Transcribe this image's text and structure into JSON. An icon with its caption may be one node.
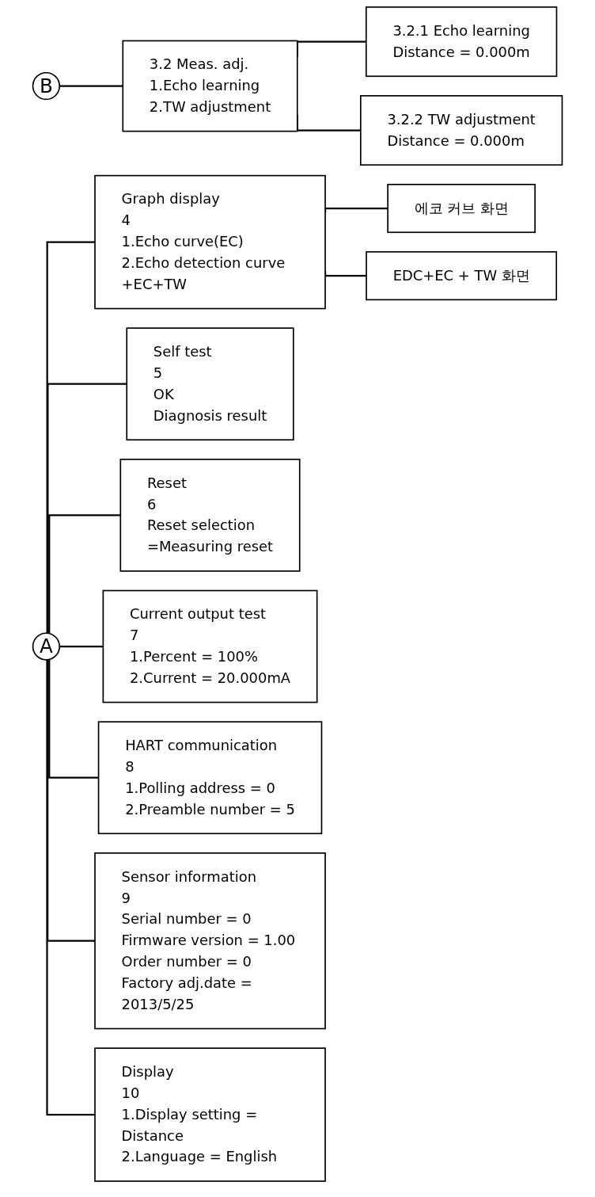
{
  "diagram": {
    "nodes": [
      {
        "text": [
          "A"
        ]
      },
      {
        "text": [
          "B"
        ]
      },
      {
        "text": [
          "3.2 Meas. adj.",
          "1.Echo learning",
          "2.TW adjustment"
        ]
      },
      {
        "text": [
          "3.2.1 Echo learning",
          "Distance = 0.000m"
        ]
      },
      {
        "text": [
          "3.2.2 TW adjustment",
          "Distance = 0.000m"
        ]
      },
      {
        "text": [
          "Graph display",
          "4",
          "1.Echo curve(EC)",
          "2.Echo detection curve +EC+TW"
        ]
      },
      {
        "text": [
          "에코 커브 화면"
        ]
      },
      {
        "text": [
          "EDC+EC + TW 화면"
        ]
      },
      {
        "text": [
          "Self test",
          "5",
          "OK",
          "Diagnosis result"
        ]
      },
      {
        "text": [
          "Reset",
          "6",
          "Reset selection",
          "=Measuring reset"
        ]
      },
      {
        "text": [
          "Current output test",
          "7",
          "1.Percent = 100%",
          "2.Current = 20.000mA"
        ]
      },
      {
        "text": [
          "HART communication",
          "8",
          "1.Polling address = 0",
          "2.Preamble number = 5"
        ]
      },
      {
        "text": [
          "Sensor information",
          "9",
          "Serial number = 0",
          "Firmware version = 1.00",
          "Order number = 0",
          "Factory adj.date = 2013/5/25"
        ]
      },
      {
        "text": [
          "Display",
          "10",
          "1.Display setting = Distance",
          "2.Language = English"
        ]
      }
    ],
    "edges": [
      {
        "from": 1,
        "to": 2,
        "arrow": "none"
      },
      {
        "from": 2,
        "to": 3,
        "arrow": "none"
      },
      {
        "from": 2,
        "to": 4,
        "arrow": "none"
      },
      {
        "from": 0,
        "to": 5,
        "arrow": "none"
      },
      {
        "from": 5,
        "to": 6,
        "arrow": "none"
      },
      {
        "from": 5,
        "to": 7,
        "arrow": "none"
      },
      {
        "from": 0,
        "to": 8,
        "arrow": "none"
      },
      {
        "from": 0,
        "to": 9,
        "arrow": "none"
      },
      {
        "from": 0,
        "to": 10,
        "arrow": "none"
      },
      {
        "from": 0,
        "to": 11,
        "arrow": "none"
      },
      {
        "from": 0,
        "to": 12,
        "arrow": "none"
      },
      {
        "from": 0,
        "to": 13,
        "arrow": "none"
      }
    ]
  }
}
